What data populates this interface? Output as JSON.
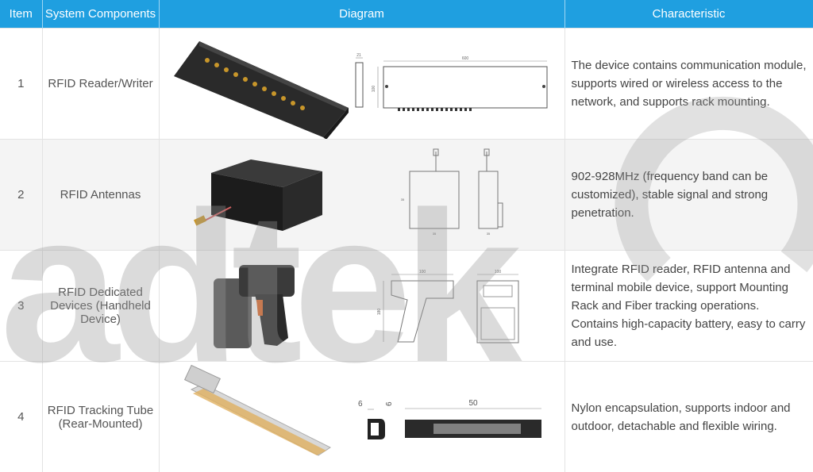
{
  "header": {
    "item": "Item",
    "components": "System Components",
    "diagram": "Diagram",
    "characteristic": "Characteristic"
  },
  "rows": [
    {
      "item": "1",
      "component": "RFID Reader/Writer",
      "characteristic": "The device contains communication module, supports wired or wireless access to the network, and supports rack mounting.",
      "dims": [
        "21",
        "600",
        "100"
      ]
    },
    {
      "item": "2",
      "component": "RFID Antennas",
      "characteristic": "902-928MHz (frequency band can be customized), stable signal and strong penetration.",
      "dims": [
        "35",
        "35",
        "35"
      ]
    },
    {
      "item": "3",
      "component": "RFID Dedicated Devices (Handheld Device)",
      "characteristic": "Integrate RFID reader, RFID antenna and terminal mobile device, support  Mounting Rack and Fiber tracking operations. Contains high-capacity battery, easy to carry and use.",
      "dims": [
        "100",
        "180",
        "100"
      ]
    },
    {
      "item": "4",
      "component": "RFID Tracking Tube (Rear-Mounted)",
      "characteristic": "Nylon encapsulation, supports indoor and outdoor, detachable and flexible wiring.",
      "dims": [
        "6",
        "6",
        "50"
      ]
    }
  ],
  "watermark": "adtek"
}
